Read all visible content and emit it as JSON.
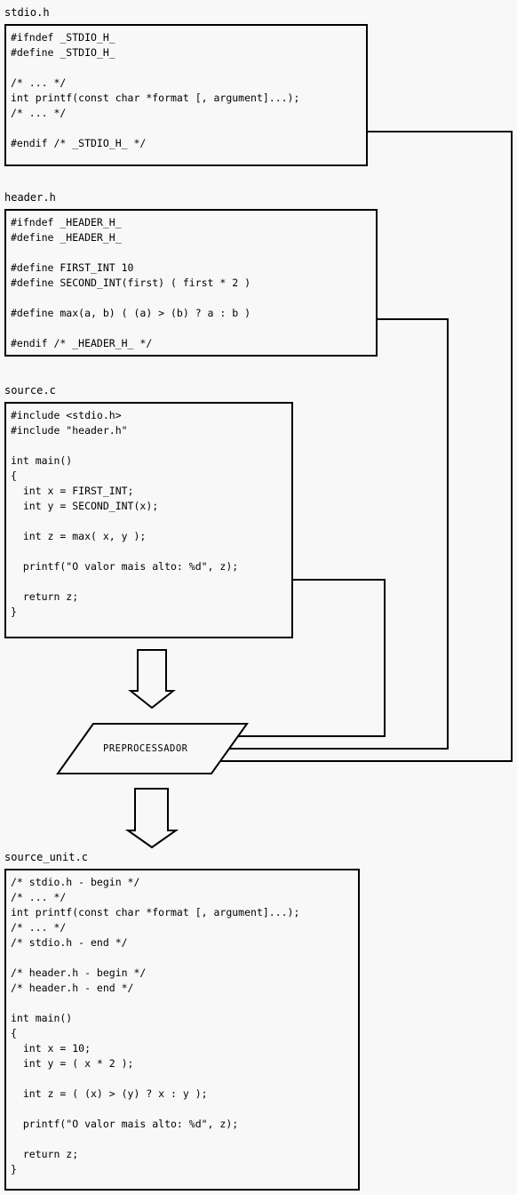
{
  "files": {
    "stdio": {
      "label": "stdio.h",
      "lines": [
        "#ifndef _STDIO_H_",
        "#define _STDIO_H_",
        "",
        "/* ... */",
        "int printf(const char *format [, argument]...);",
        "/* ... */",
        "",
        "#endif /* _STDIO_H_ */"
      ]
    },
    "header": {
      "label": "header.h",
      "lines": [
        "#ifndef _HEADER_H_",
        "#define _HEADER_H_",
        "",
        "#define FIRST_INT 10",
        "#define SECOND_INT(first) ( first * 2 )",
        "",
        "#define max(a, b) ( (a) > (b) ? a : b )",
        "",
        "#endif /* _HEADER_H_ */"
      ]
    },
    "source": {
      "label": "source.c",
      "lines": [
        "#include <stdio.h>",
        "#include \"header.h\"",
        "",
        "int main()",
        "{",
        "  int x = FIRST_INT;",
        "  int y = SECOND_INT(x);",
        "",
        "  int z = max( x, y );",
        "",
        "  printf(\"O valor mais alto: %d\", z);",
        "",
        "  return z;",
        "}"
      ]
    },
    "source_unit": {
      "label": "source_unit.c",
      "lines": [
        "/* stdio.h - begin */",
        "/* ... */",
        "int printf(const char *format [, argument]...);",
        "/* ... */",
        "/* stdio.h - end */",
        "",
        "/* header.h - begin */",
        "/* header.h - end */",
        "",
        "int main()",
        "{",
        "  int x = 10;",
        "  int y = ( x * 2 );",
        "",
        "  int z = ( (x) > (y) ? x : y );",
        "",
        "  printf(\"O valor mais alto: %d\", z);",
        "",
        "  return z;",
        "}"
      ]
    }
  },
  "preprocessor": {
    "label": "PREPROCESSADOR"
  }
}
